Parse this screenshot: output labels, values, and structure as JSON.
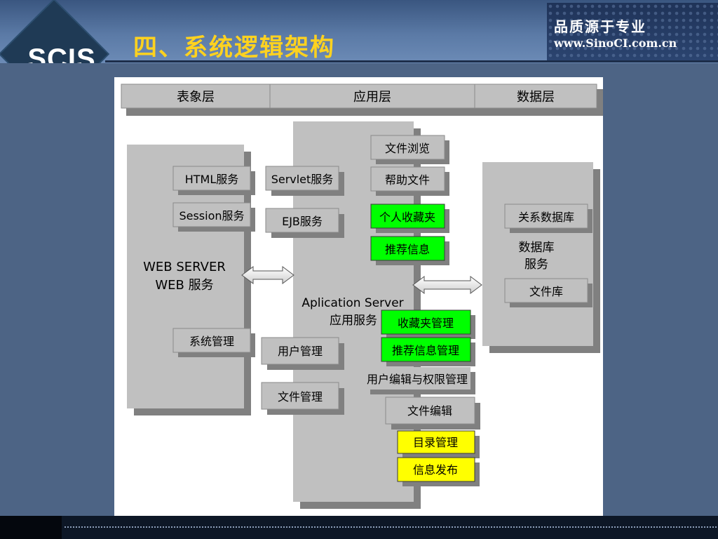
{
  "header": {
    "logo_text": "SCIS",
    "title": "四、系统逻辑架构",
    "brand_slogan": "品质源于专业",
    "brand_url": "www.SinoCI.com.cn"
  },
  "diagram": {
    "layers": [
      "表象层",
      "应用层",
      "数据层"
    ],
    "web_server": {
      "title": "WEB SERVER",
      "subtitle": "WEB 服务",
      "items": [
        "HTML服务",
        "Session服务",
        "系统管理"
      ]
    },
    "app_server": {
      "title": "Aplication Server",
      "subtitle": "应用服务",
      "servlet": "Servlet服务",
      "ejb": "EJB服务",
      "user_mgmt": "用户管理",
      "file_mgmt": "文件管理",
      "file_browse": "文件浏览",
      "help_doc": "帮助文件",
      "personal_fav": "个人收藏夹",
      "recommend_info": "推荐信息",
      "fav_mgmt": "收藏夹管理",
      "recommend_mgmt": "推荐信息管理",
      "user_edit_perm": "用户编辑与权限管理",
      "file_edit": "文件编辑",
      "dir_mgmt": "目录管理",
      "info_publish": "信息发布"
    },
    "data_server": {
      "rdb": "关系数据库",
      "db_service_1": "数据库",
      "db_service_2": "服务",
      "file_lib": "文件库"
    },
    "colors": {
      "green": "#00ff00",
      "yellow": "#ffff00",
      "gray": "#c0c0c0",
      "shadow": "#808080"
    }
  }
}
